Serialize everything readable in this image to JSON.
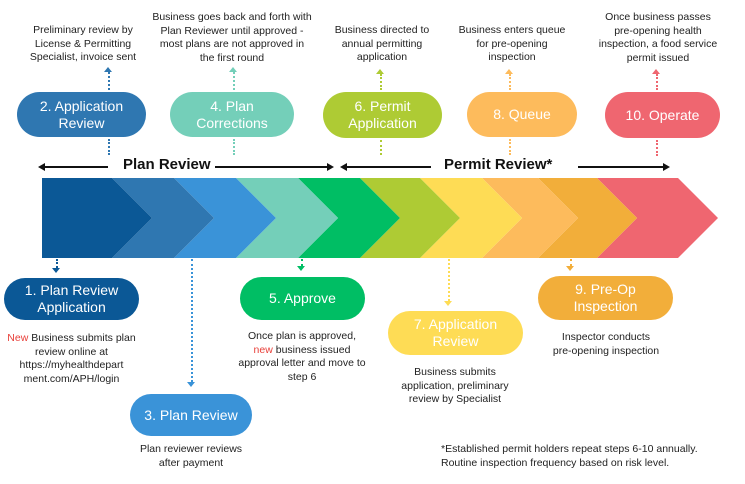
{
  "sections": {
    "plan_review": "Plan Review",
    "permit_review": "Permit Review*"
  },
  "chevron_colors": [
    "#0b5896",
    "#2f77b1",
    "#3a93d8",
    "#74cfb9",
    "#00be64",
    "#aecb34",
    "#fedc55",
    "#fdbb5c",
    "#f2ae3a",
    "#ef6670"
  ],
  "steps": [
    {
      "number": "1",
      "title_line1": "1. Plan Review",
      "title_line2": "Application",
      "color": "#0b5896",
      "desc_prefix": "New",
      "desc": " Business submits plan review online at https://myhealthdepart ment.com/APH/login"
    },
    {
      "number": "2",
      "title_line1": "2. Application",
      "title_line2": "Review",
      "color": "#2f77b1",
      "desc": "Preliminary review by License & Permitting Specialist, invoice sent"
    },
    {
      "number": "3",
      "title_line1": "3. Plan Review",
      "title_line2": "",
      "color": "#3a93d8",
      "desc": "Plan reviewer reviews after payment"
    },
    {
      "number": "4",
      "title_line1": "4. Plan",
      "title_line2": "Corrections",
      "color": "#74cfb9",
      "desc": "Business goes back and forth with Plan Reviewer until approved - most plans are not approved in the first round"
    },
    {
      "number": "5",
      "title_line1": "5. Approve",
      "title_line2": "",
      "color": "#00be64",
      "desc_a": "Once plan is approved,",
      "desc_prefix": "new",
      "desc_b": " business issued approval letter and move to step 6"
    },
    {
      "number": "6",
      "title_line1": "6. Permit",
      "title_line2": "Application",
      "color": "#aecb34",
      "desc": "Business directed to annual permitting application"
    },
    {
      "number": "7",
      "title_line1": "7. Application",
      "title_line2": "Review",
      "color": "#fedc55",
      "desc": "Business submits application, preliminary review by Specialist"
    },
    {
      "number": "8",
      "title_line1": "8. Queue",
      "title_line2": "",
      "color": "#fdbb5c",
      "desc": "Business enters queue for pre-opening inspection"
    },
    {
      "number": "9",
      "title_line1": "9. Pre-Op",
      "title_line2": "Inspection",
      "color": "#f2ae3a",
      "desc": "Inspector conducts pre-opening inspection"
    },
    {
      "number": "10",
      "title_line1": "10. Operate",
      "title_line2": "",
      "color": "#ef6670",
      "desc": "Once business passes pre-opening health inspection, a food service permit issued"
    }
  ],
  "footnote": {
    "line1": "*Established permit holders repeat steps 6-10 annually.",
    "line2": "Routine inspection frequency based on risk level."
  }
}
